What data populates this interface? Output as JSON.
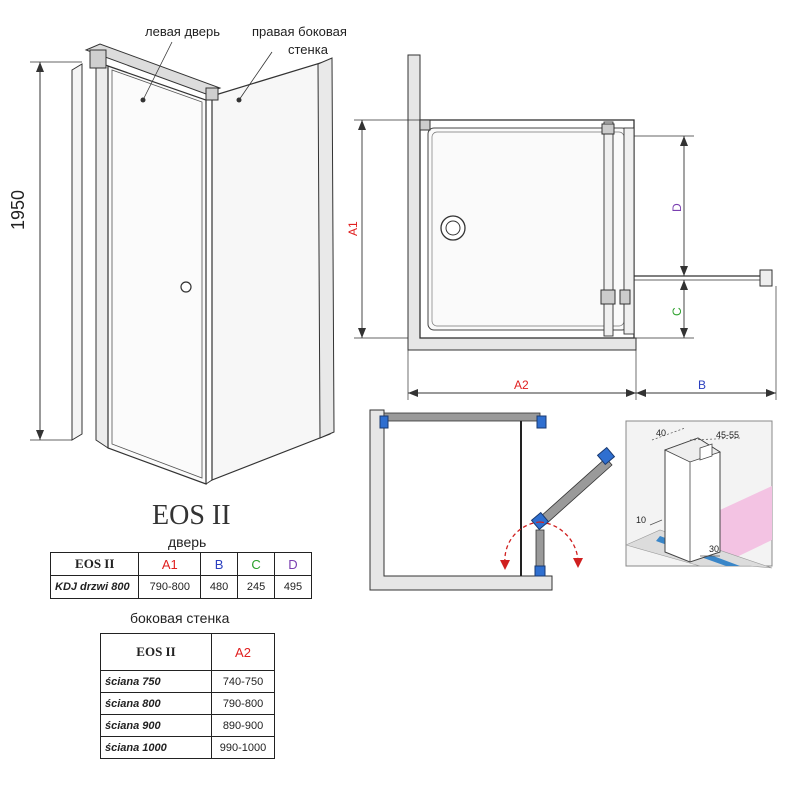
{
  "labels": {
    "left_door": "левая дверь",
    "right_panel_line1": "правая боковая",
    "right_panel_line2": "стенка",
    "height": "1950",
    "a1": "A1",
    "a2": "A2",
    "b": "B",
    "c": "C",
    "d": "D"
  },
  "detail": {
    "w40": "40",
    "w4555": "45-55",
    "h10": "10",
    "h30": "30"
  },
  "product": {
    "title": "EOS II",
    "door_caption": "дверь",
    "panel_caption": "боковая стенка"
  },
  "colors": {
    "a1": "#e02020",
    "b": "#2b3fbf",
    "c": "#2aa02a",
    "d": "#7a3fb0",
    "a2": "#e02020",
    "wall": "#e6e6e6",
    "pink": "#f3c3e3"
  },
  "door_table": {
    "headers": [
      "EOS II",
      "A1",
      "B",
      "C",
      "D"
    ],
    "rows": [
      [
        "KDJ drzwi 800",
        "790-800",
        "480",
        "245",
        "495"
      ]
    ]
  },
  "panel_table": {
    "headers": [
      "EOS II",
      "A2"
    ],
    "rows": [
      [
        "ściana 750",
        "740-750"
      ],
      [
        "ściana 800",
        "790-800"
      ],
      [
        "ściana 900",
        "890-900"
      ],
      [
        "ściana 1000",
        "990-1000"
      ]
    ]
  }
}
